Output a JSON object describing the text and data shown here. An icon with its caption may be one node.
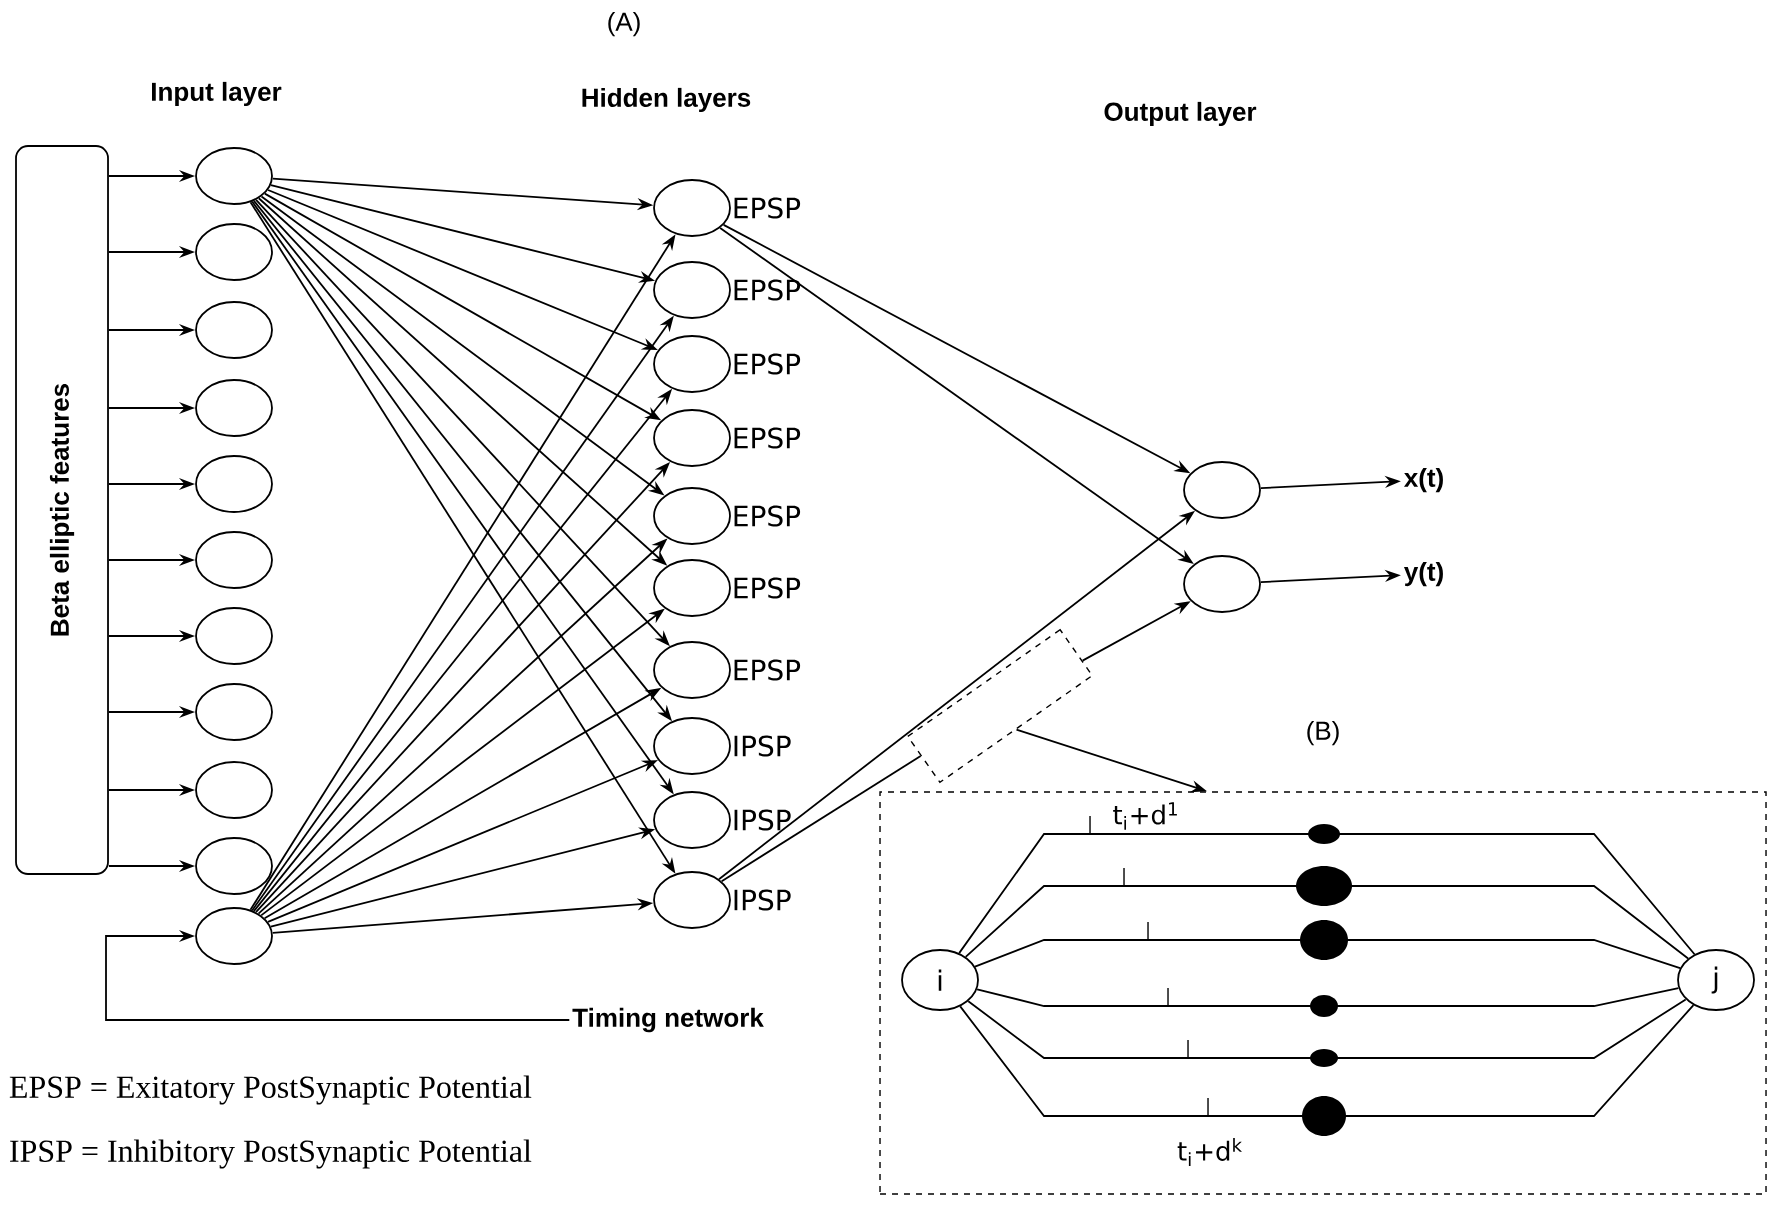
{
  "diagram": {
    "title": "(A)",
    "nodes": [
      {
        "text": [
          "Beta elliptic features"
        ]
      },
      {
        "text": [],
        "shape": "circle"
      },
      {
        "text": [],
        "shape": "circle"
      },
      {
        "text": [],
        "shape": "circle"
      },
      {
        "text": [],
        "shape": "circle"
      },
      {
        "text": [],
        "shape": "circle"
      },
      {
        "text": [],
        "shape": "circle"
      },
      {
        "text": [],
        "shape": "circle"
      },
      {
        "text": [],
        "shape": "circle"
      },
      {
        "text": [],
        "shape": "circle"
      },
      {
        "text": [],
        "shape": "circle"
      },
      {
        "text": [],
        "shape": "circle"
      },
      {
        "text": [],
        "shape": "circle",
        "beside": [
          "EPSP"
        ]
      },
      {
        "text": [],
        "shape": "circle",
        "beside": [
          "EPSP"
        ]
      },
      {
        "text": [],
        "shape": "circle",
        "beside": [
          "EPSP"
        ]
      },
      {
        "text": [],
        "shape": "circle",
        "beside": [
          "EPSP"
        ]
      },
      {
        "text": [],
        "shape": "circle",
        "beside": [
          "EPSP"
        ]
      },
      {
        "text": [],
        "shape": "circle",
        "beside": [
          "EPSP"
        ]
      },
      {
        "text": [],
        "shape": "circle",
        "beside": [
          "EPSP"
        ]
      },
      {
        "text": [],
        "shape": "circle",
        "beside": [
          "IPSP"
        ]
      },
      {
        "text": [],
        "shape": "circle",
        "beside": [
          "IPSP"
        ]
      },
      {
        "text": [],
        "shape": "circle",
        "beside": [
          "IPSP"
        ]
      },
      {
        "text": [],
        "shape": "circle"
      },
      {
        "text": [],
        "shape": "circle"
      },
      {
        "text": [
          "x(t)"
        ]
      },
      {
        "text": [
          "y(t)"
        ]
      },
      {
        "text": [
          "Timing network"
        ]
      },
      {
        "text": [],
        "shape": "box"
      },
      {
        "text": [
          "(B)"
        ]
      },
      {
        "text": [
          "i"
        ],
        "in": 28
      },
      {
        "text": [
          "j"
        ],
        "in": 28
      }
    ],
    "edges": [
      {
        "from": 0,
        "to": 1,
        "arrow": "to"
      },
      {
        "from": 0,
        "to": 2,
        "arrow": "to"
      },
      {
        "from": 0,
        "to": 3,
        "arrow": "to"
      },
      {
        "from": 0,
        "to": 4,
        "arrow": "to"
      },
      {
        "from": 0,
        "to": 5,
        "arrow": "to"
      },
      {
        "from": 0,
        "to": 6,
        "arrow": "to"
      },
      {
        "from": 0,
        "to": 7,
        "arrow": "to"
      },
      {
        "from": 0,
        "to": 8,
        "arrow": "to"
      },
      {
        "from": 0,
        "to": 9,
        "arrow": "to"
      },
      {
        "from": 0,
        "to": 10,
        "arrow": "to"
      },
      {
        "from": 1,
        "to": 12,
        "arrow": "to"
      },
      {
        "from": 1,
        "to": 13,
        "arrow": "to"
      },
      {
        "from": 1,
        "to": 14,
        "arrow": "to"
      },
      {
        "from": 1,
        "to": 15,
        "arrow": "to"
      },
      {
        "from": 1,
        "to": 16,
        "arrow": "to"
      },
      {
        "from": 1,
        "to": 17,
        "arrow": "to"
      },
      {
        "from": 1,
        "to": 18,
        "arrow": "to"
      },
      {
        "from": 1,
        "to": 19,
        "arrow": "to"
      },
      {
        "from": 1,
        "to": 20,
        "arrow": "to"
      },
      {
        "from": 1,
        "to": 21,
        "arrow": "to"
      },
      {
        "from": 11,
        "to": 12,
        "arrow": "to"
      },
      {
        "from": 11,
        "to": 13,
        "arrow": "to"
      },
      {
        "from": 11,
        "to": 14,
        "arrow": "to"
      },
      {
        "from": 11,
        "to": 15,
        "arrow": "to"
      },
      {
        "from": 11,
        "to": 16,
        "arrow": "to"
      },
      {
        "from": 11,
        "to": 17,
        "arrow": "to"
      },
      {
        "from": 11,
        "to": 18,
        "arrow": "to"
      },
      {
        "from": 11,
        "to": 19,
        "arrow": "to"
      },
      {
        "from": 11,
        "to": 20,
        "arrow": "to"
      },
      {
        "from": 11,
        "to": 21,
        "arrow": "to"
      },
      {
        "from": 12,
        "to": 22,
        "arrow": "to"
      },
      {
        "from": 12,
        "to": 23,
        "arrow": "to"
      },
      {
        "from": 21,
        "to": 22,
        "arrow": "to"
      },
      {
        "from": 21,
        "to": 27,
        "arrow": "none"
      },
      {
        "from": 27,
        "to": 23,
        "arrow": "to"
      },
      {
        "from": 22,
        "to": 24,
        "arrow": "to"
      },
      {
        "from": 23,
        "to": 25,
        "arrow": "to"
      },
      {
        "from": 26,
        "to": 11,
        "arrow": "to"
      },
      {
        "from": 27,
        "to": 28,
        "arrow": "to"
      },
      {
        "from": 29,
        "to": 30,
        "arrow": "none",
        "label": "t$_{i}$+d$^{1}$"
      },
      {
        "from": 29,
        "to": 30,
        "arrow": "none"
      },
      {
        "from": 29,
        "to": 30,
        "arrow": "none"
      },
      {
        "from": 29,
        "to": 30,
        "arrow": "none"
      },
      {
        "from": 29,
        "to": 30,
        "arrow": "none"
      },
      {
        "from": 29,
        "to": 30,
        "arrow": "none",
        "label": "t$_{i}$+d$^{k}$"
      }
    ],
    "labels": [
      "Input layer",
      "Hidden layers",
      "Output layer",
      "EPSP = Exitatory PostSynaptic Potential",
      "IPSP = Inhibitory PostSynaptic Potential"
    ]
  }
}
